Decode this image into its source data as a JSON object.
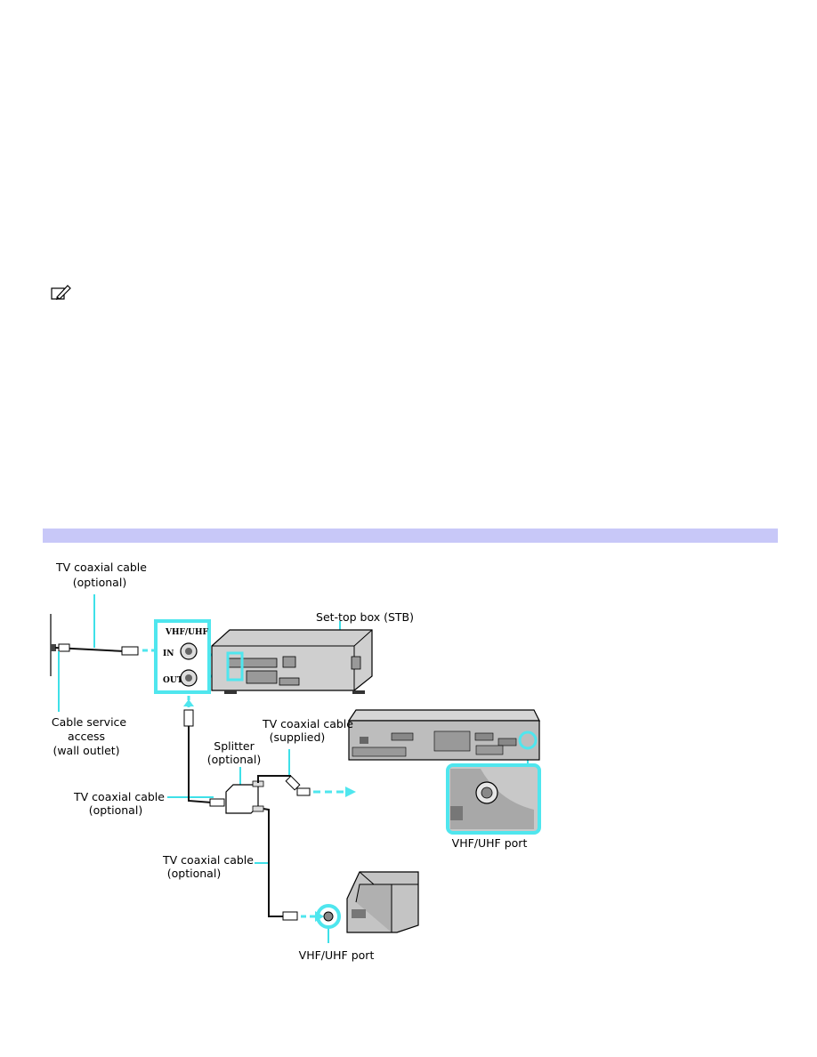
{
  "icons": {
    "note": "pencil-note-icon"
  },
  "colors": {
    "band": "#c8c8f8",
    "leader": "#3ee0e8",
    "highlight": "#4fe6ee",
    "device_gray": "#9a9a9a",
    "cable": "#111111"
  },
  "labels": {
    "tv_coax_top_1": "TV coaxial cable",
    "tv_coax_top_2": "(optional)",
    "set_top_box": "Set-top box (STB)",
    "port_vhf_uhf": "VHF/UHF",
    "port_in": "IN",
    "port_out": "OUT",
    "cable_service_1": "Cable service",
    "cable_service_2": "access",
    "cable_service_3": "(wall outlet)",
    "tv_coax_supplied_1": "TV coaxial cable",
    "tv_coax_supplied_2": "(supplied)",
    "splitter_1": "Splitter",
    "splitter_2": "(optional)",
    "tv_coax_mid_1": "TV coaxial cable",
    "tv_coax_mid_2": "(optional)",
    "tv_coax_low_1": "TV coaxial cable",
    "tv_coax_low_2": "(optional)",
    "vhf_port_computer": "VHF/UHF port",
    "vhf_port_tv": "VHF/UHF port"
  }
}
